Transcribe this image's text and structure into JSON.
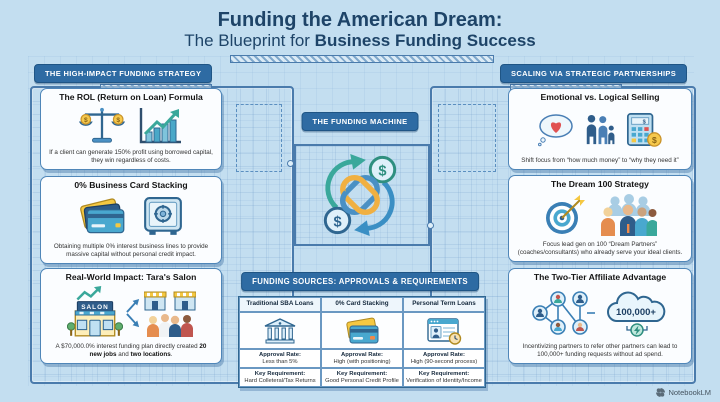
{
  "title": {
    "line1": "Funding the American Dream:",
    "line2_regular": "The Blueprint for ",
    "line2_bold": "Business Funding Success"
  },
  "left_panel": {
    "header": "THE HIGH-IMPACT FUNDING STRATEGY",
    "card1": {
      "title": "The ROL (Return on Loan) Formula",
      "caption": "If a client can generate 150% profit using borrowed capital, they win regardless of costs."
    },
    "card2": {
      "title": "0% Business Card Stacking",
      "caption": "Obtaining multiple 0% interest business lines to provide massive capital without personal credit impact."
    },
    "card3": {
      "title": "Real-World Impact: Tara's Salon",
      "salon_sign": "SALON",
      "caption_parts": {
        "p1": "A $70,000.0% interest funding plan directly created ",
        "b1": "20 new jobs",
        "p2": " and ",
        "b2": "two locations",
        "p3": "."
      }
    }
  },
  "center_panel": {
    "machine_badge": "THE FUNDING MACHINE",
    "sources_badge": "FUNDING SOURCES: APPROVALS & REQUIREMENTS",
    "approval_label": "Approval Rate:",
    "requirement_label": "Key Requirement:",
    "columns": [
      {
        "header": "Traditional SBA Loans",
        "approval": "Less than 5%",
        "requirement": "Hard Colleteral/Tax Returns"
      },
      {
        "header": "0% Card Stacking",
        "approval": "High (with positioning)",
        "requirement": "Good Personal Credit Profile"
      },
      {
        "header": "Personal Term Loans",
        "approval": "High (90-second process)",
        "requirement": "Verification of Identity/Income"
      }
    ]
  },
  "right_panel": {
    "header": "SCALING VIA STRATEGIC PARTNERSHIPS",
    "card1": {
      "title": "Emotional vs. Logical Selling",
      "caption": "Shift focus from “how much money” to “why they need it”"
    },
    "card2": {
      "title": "The Dream 100 Strategy",
      "caption": "Focus lead gen on 100 “Dream Partners” (coaches/consultants) who already serve your ideal clients."
    },
    "card3": {
      "title": "The Two-Tier Affiliate Advantage",
      "cloud_value": "100,000+",
      "caption": "Incentivizing partners to refer other partners can lead to 100,000+ funding requests without ad spend."
    }
  },
  "glyphs": {
    "dollar": "$"
  },
  "footer": {
    "attribution": "NotebookLM"
  },
  "colors": {
    "background": "#c3def0",
    "badge": "#2e6ba3",
    "title_text": "#1e4468",
    "accent_teal": "#3aa89b",
    "accent_orange": "#f0b042",
    "accent_blue": "#4a90c4",
    "blueprint_line": "#4a7bac"
  }
}
